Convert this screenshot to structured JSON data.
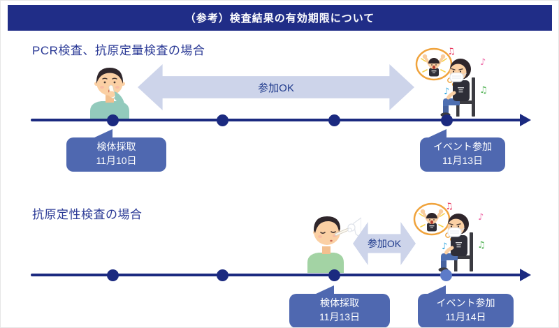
{
  "header": {
    "title": "（参考）検査結果の有効期限について"
  },
  "sections": [
    {
      "title": "PCR検査、抗原定量検査の場合",
      "arrow_label": "参加OK",
      "timeline_dots": 4,
      "callouts": [
        {
          "line1": "検体採取",
          "line2": "11月10日"
        },
        {
          "line1": "イベント参加",
          "line2": "11月13日"
        }
      ]
    },
    {
      "title": "抗原定性検査の場合",
      "arrow_label": "参加OK",
      "timeline_dots": 4,
      "callouts": [
        {
          "line1": "検体採取",
          "line2": "11月13日"
        },
        {
          "line1": "イベント参加",
          "line2": "11月14日"
        }
      ]
    }
  ],
  "illustrations": {
    "section1_left": "saliva-test-person",
    "section1_right": "masked-event-attendee-with-thought-bubble",
    "section2_left": "nose-swab-person",
    "section2_right": "masked-event-attendee-with-thought-bubble"
  },
  "colors": {
    "banner_bg": "#202d87",
    "banner_fg": "#ffffff",
    "title_fg": "#2b3a96",
    "timeline": "#1b2a80",
    "dot_light": "#5d7bc8",
    "arrow_fill": "#cdd4ea",
    "arrow_fg": "#1f3a8c",
    "callout_bg": "#4f68b0",
    "callout_fg": "#ffffff"
  }
}
